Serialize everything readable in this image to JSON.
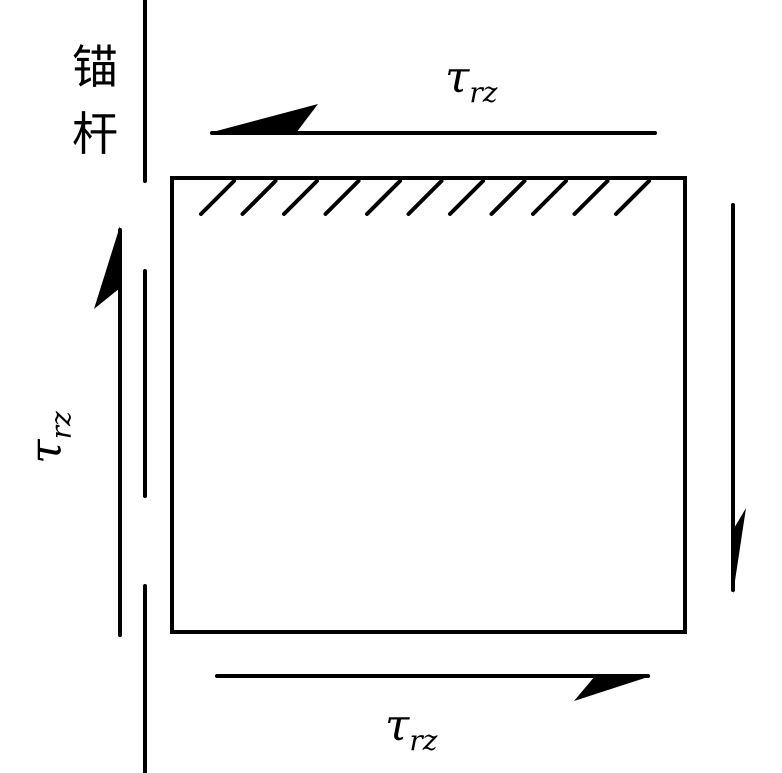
{
  "bolt_label": [
    "锚",
    "杆"
  ],
  "shear_labels": {
    "top": {
      "symbol": "τ",
      "subscript": "rz"
    },
    "bottom": {
      "symbol": "τ",
      "subscript": "rz"
    },
    "left": {
      "symbol": "τ",
      "subscript": "rz"
    }
  },
  "colors": {
    "stroke": "#000000",
    "background": "#ffffff"
  }
}
